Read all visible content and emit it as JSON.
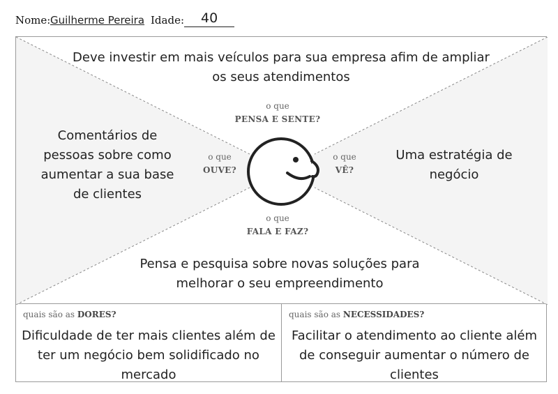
{
  "header": {
    "name_label": "Nome:",
    "name_value": "Guilherme Pereira",
    "age_label": "Idade:",
    "age_value": "40"
  },
  "map": {
    "top": {
      "prompt_small": "o que",
      "prompt_main": "PENSA E SENTE?",
      "text": "Deve investir em mais veículos para sua empresa afim de ampliar os seus atendimentos"
    },
    "left": {
      "prompt_small": "o que",
      "prompt_main": "OUVE?",
      "text": "Comentários de pessoas sobre como aumentar a sua base de clientes"
    },
    "right": {
      "prompt_small": "o que",
      "prompt_main": "VÊ?",
      "text": "Uma estratégia de negócio"
    },
    "bottom": {
      "prompt_small": "o que",
      "prompt_main": "FALA E FAZ?",
      "text": "Pensa e pesquisa sobre novas soluções para melhorar o seu empreendimento"
    },
    "center_icon": "smiling-face-profile-icon"
  },
  "pains": {
    "label_prefix": "quais são as ",
    "label_strong": "DORES?",
    "text": "Dificuldade de ter mais clientes além de ter um negócio bem solidificado no mercado"
  },
  "needs": {
    "label_prefix": "quais são as ",
    "label_strong": "NECESSIDADES?",
    "text": "Facilitar o atendimento ao cliente além de conseguir aumentar o número de clientes"
  },
  "colors": {
    "shaded_quadrant": "#f4f4f4",
    "border": "#9a9a9a",
    "dashed_line": "#888888"
  }
}
